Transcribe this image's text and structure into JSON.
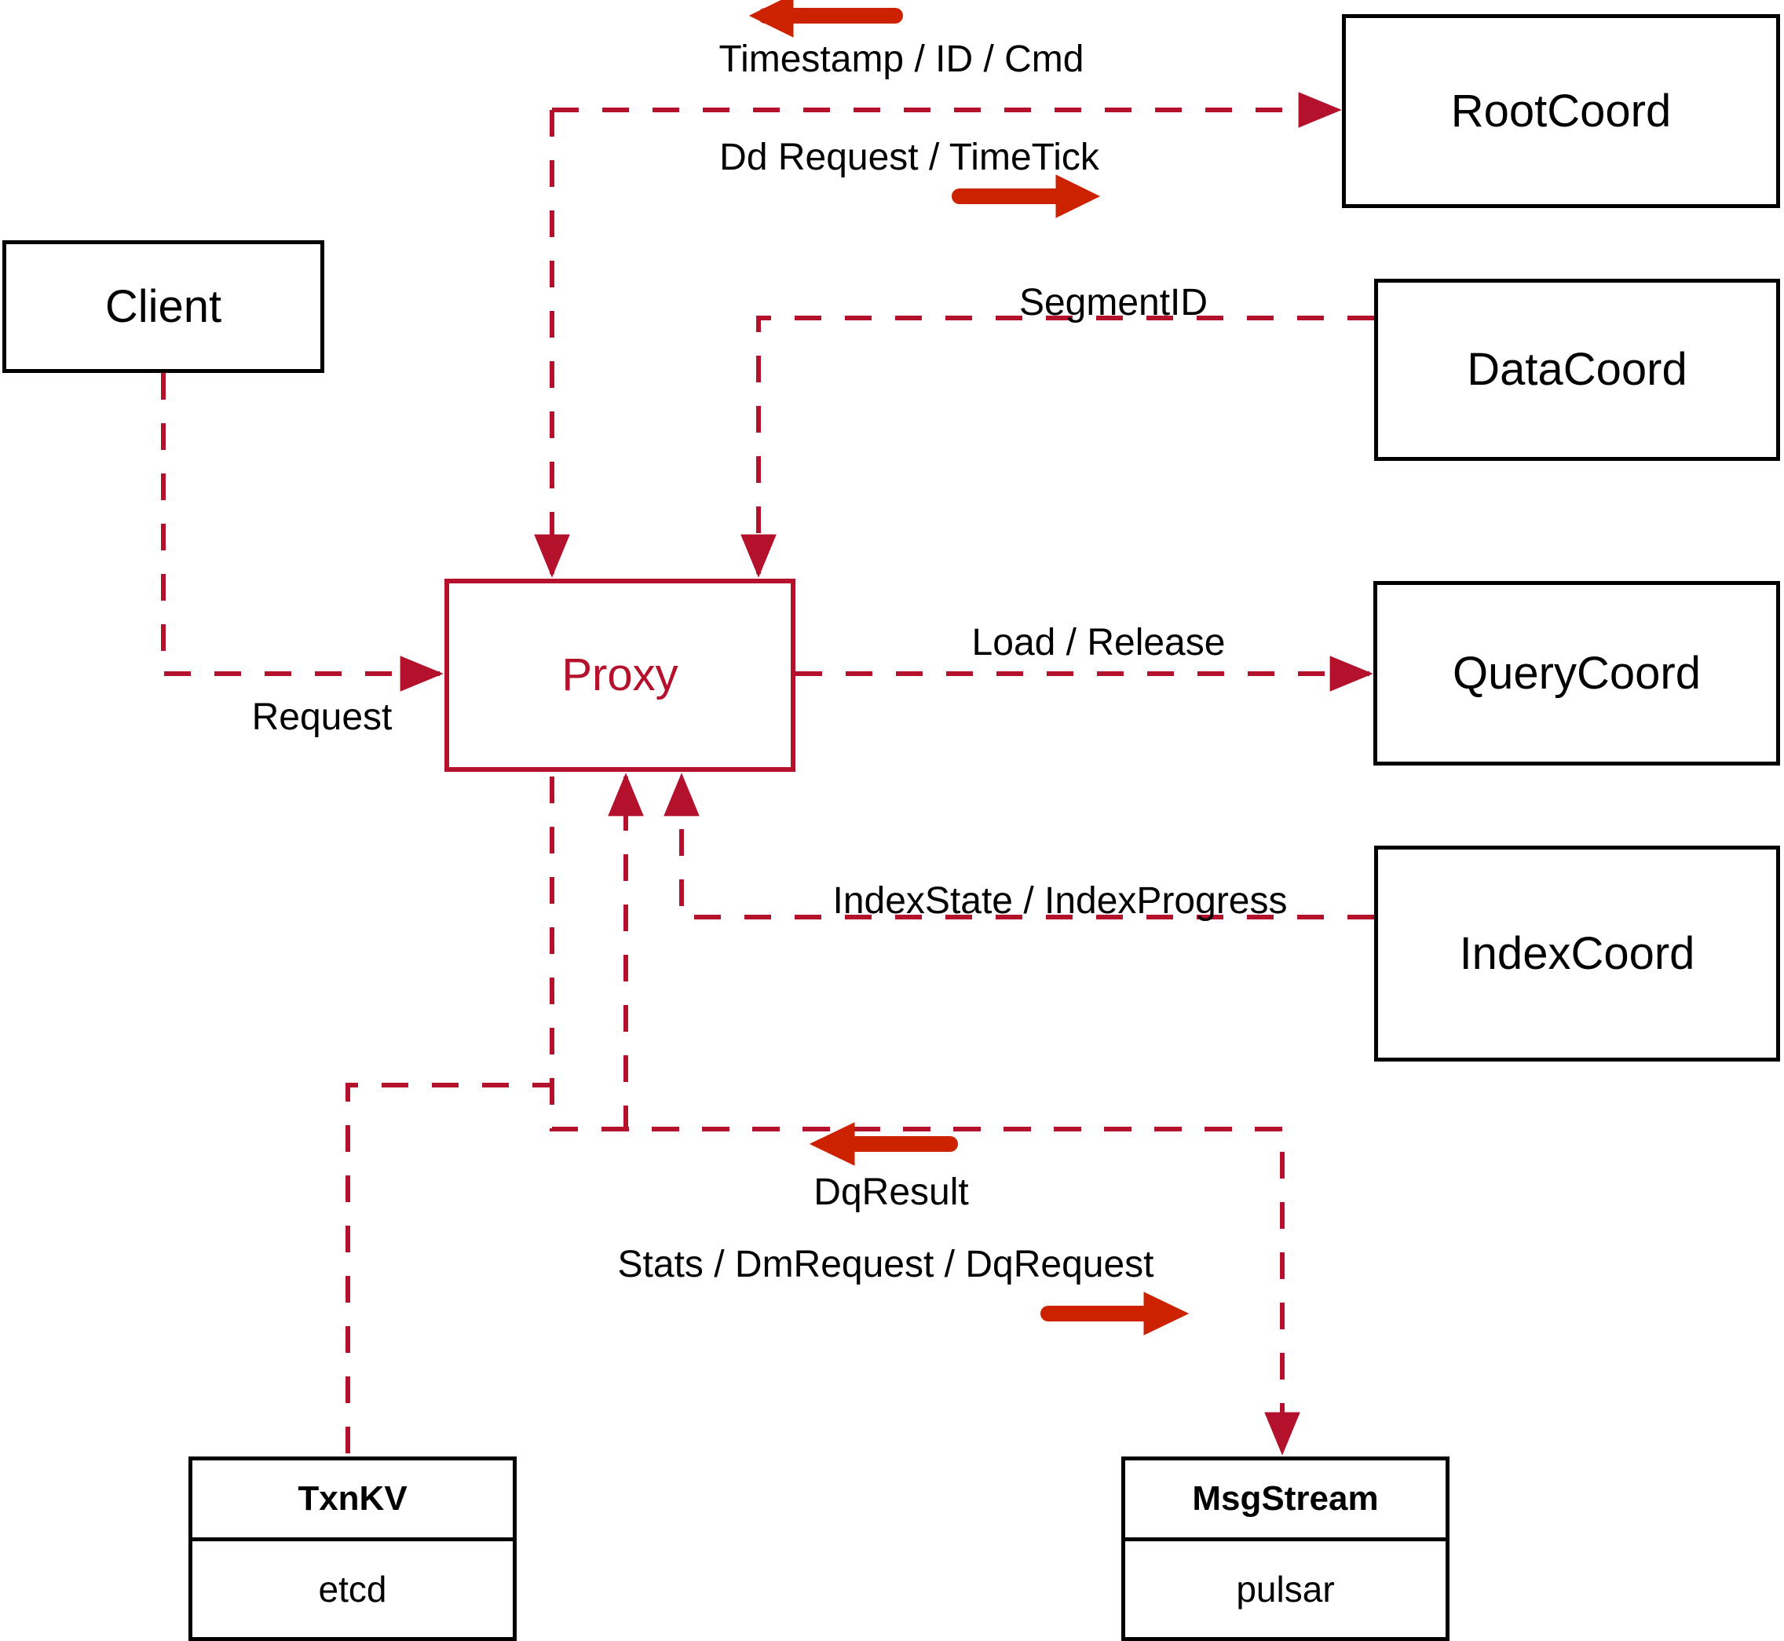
{
  "diagram": {
    "title": "Milvus Proxy interaction diagram",
    "colors": {
      "line": "#b4112c",
      "arrow_legend": "#cc2200",
      "node_border": "#000000",
      "proxy_text": "#b4112c",
      "label_text": "#000000",
      "background": "#ffffff"
    },
    "nodes": {
      "client": {
        "label": "Client"
      },
      "proxy": {
        "label": "Proxy"
      },
      "root_coord": {
        "label": "RootCoord"
      },
      "data_coord": {
        "label": "DataCoord"
      },
      "query_coord": {
        "label": "QueryCoord"
      },
      "index_coord": {
        "label": "IndexCoord"
      },
      "txnkv": {
        "title": "TxnKV",
        "impl": "etcd"
      },
      "msgstream": {
        "title": "MsgStream",
        "impl": "pulsar"
      }
    },
    "edge_labels": {
      "timestamp_id_cmd": "Timestamp / ID / Cmd",
      "dd_request_timetick": "Dd Request / TimeTick",
      "segment_id": "SegmentID",
      "request": "Request",
      "load_release": "Load / Release",
      "index_state_progress": "IndexState / IndexProgress",
      "dq_result": "DqResult",
      "stats_dm_dq_request": "Stats / DmRequest / DqRequest"
    },
    "legend_arrows": [
      {
        "name": "timestamp-inbound-arrow",
        "direction": "left"
      },
      {
        "name": "dd-request-outbound-arrow",
        "direction": "right"
      },
      {
        "name": "dq-result-inbound-arrow",
        "direction": "left"
      },
      {
        "name": "dq-request-outbound-arrow",
        "direction": "right"
      }
    ]
  }
}
